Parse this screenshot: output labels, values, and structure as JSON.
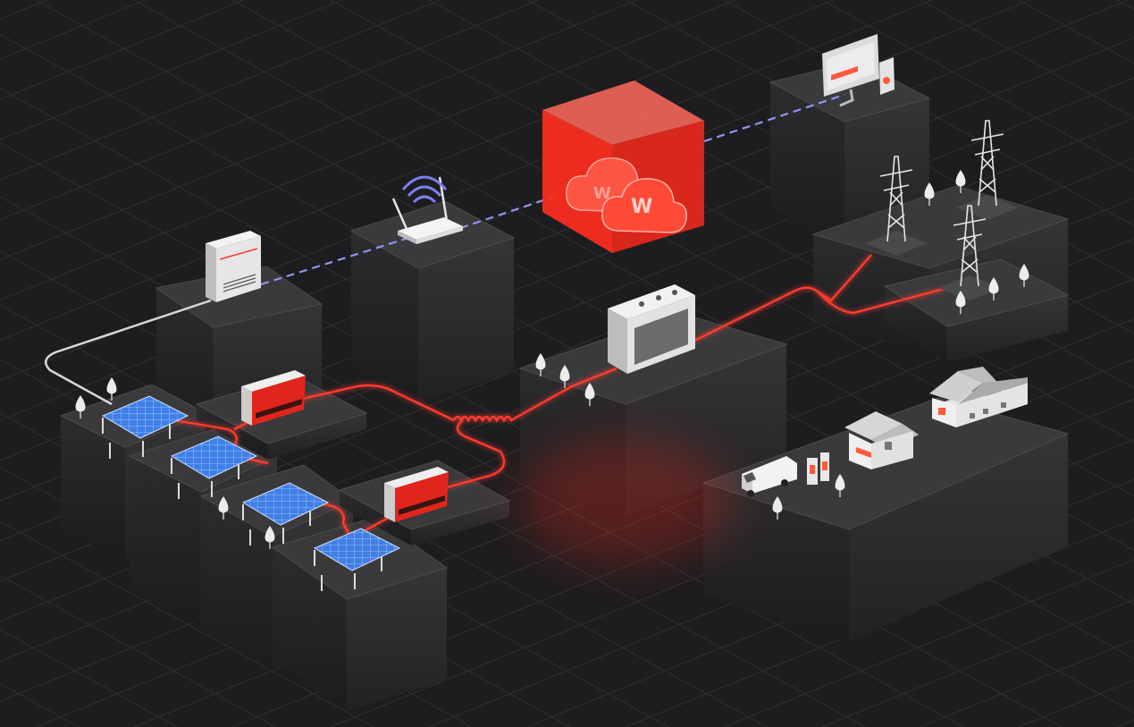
{
  "scene": {
    "title_logo_letter": "W",
    "nodes": [
      {
        "id": "wall-box",
        "icon": "wall-charger-icon"
      },
      {
        "id": "router",
        "icon": "wifi-router-icon"
      },
      {
        "id": "cloud",
        "icon": "cloud-icon"
      },
      {
        "id": "monitor",
        "icon": "monitor-icon"
      },
      {
        "id": "towers",
        "icon": "transmission-tower-icon"
      },
      {
        "id": "central-inverter",
        "icon": "inverter-cabinet-icon"
      },
      {
        "id": "string-inverters",
        "icon": "inverter-icon"
      },
      {
        "id": "solar-panels",
        "icon": "solar-panel-icon"
      },
      {
        "id": "houses",
        "icon": "house-icon"
      },
      {
        "id": "van",
        "icon": "van-icon"
      }
    ]
  },
  "colors": {
    "background": "#1d1d1f",
    "accent_red": "#ff3b2f",
    "data_link": "#8f95f0",
    "solar_blue": "#3f7fe6",
    "block_top": "#3a3a3c",
    "block_side": "#242426"
  }
}
